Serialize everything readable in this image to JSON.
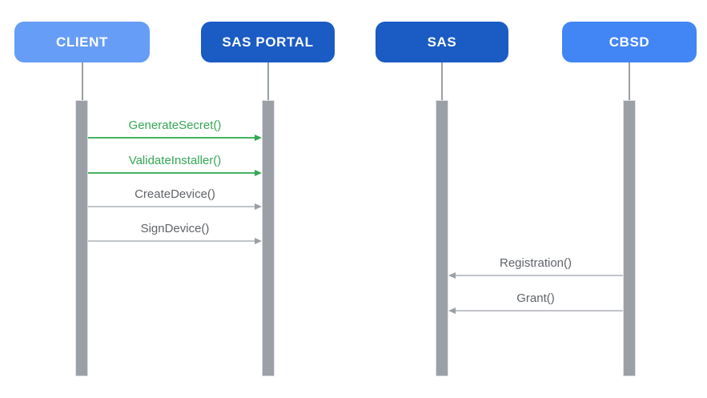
{
  "diagram_type": "sequence-diagram",
  "actors": [
    {
      "name": "CLIENT",
      "color": "#669DF6",
      "text_color": "#FFFFFF"
    },
    {
      "name": "SAS PORTAL",
      "color": "#1A5BC4",
      "text_color": "#FFFFFF"
    },
    {
      "name": "SAS",
      "color": "#1A5BC4",
      "text_color": "#FFFFFF"
    },
    {
      "name": "CBSD",
      "color": "#4285F4",
      "text_color": "#FFFFFF"
    }
  ],
  "messages": [
    {
      "label": "GenerateSecret()",
      "from": "CLIENT",
      "to": "SAS PORTAL",
      "direction": "right",
      "text_color": "#34A853",
      "line_color": "#45B364",
      "arrow_color": "#34A853"
    },
    {
      "label": "ValidateInstaller()",
      "from": "CLIENT",
      "to": "SAS PORTAL",
      "direction": "right",
      "text_color": "#34A853",
      "line_color": "#45B364",
      "arrow_color": "#34A853"
    },
    {
      "label": "CreateDevice()",
      "from": "CLIENT",
      "to": "SAS PORTAL",
      "direction": "right",
      "text_color": "#5F6368",
      "line_color": "#C1C5C9",
      "arrow_color": "#9AA0A6"
    },
    {
      "label": "SignDevice()",
      "from": "CLIENT",
      "to": "SAS PORTAL",
      "direction": "right",
      "text_color": "#5F6368",
      "line_color": "#C1C5C9",
      "arrow_color": "#9AA0A6"
    },
    {
      "label": "Registration()",
      "from": "CBSD",
      "to": "SAS",
      "direction": "left",
      "text_color": "#5F6368",
      "line_color": "#C1C5C9",
      "arrow_color": "#9AA0A6"
    },
    {
      "label": "Grant()",
      "from": "CBSD",
      "to": "SAS",
      "direction": "left",
      "text_color": "#5F6368",
      "line_color": "#C1C5C9",
      "arrow_color": "#9AA0A6"
    }
  ],
  "colors": {
    "background": "#FFFFFF",
    "lifeline": "#9AA0A6",
    "activation_bar_fill": "#9AA0A6",
    "activation_bar_border": "#DFE1E5"
  }
}
